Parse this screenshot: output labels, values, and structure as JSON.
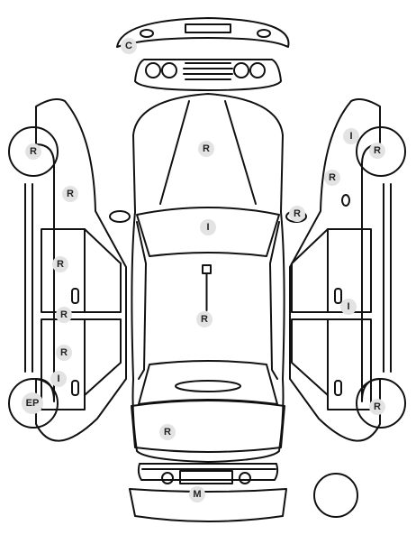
{
  "markers": [
    {
      "id": "front-bumper",
      "code": "C"
    },
    {
      "id": "hood",
      "code": "R"
    },
    {
      "id": "windshield",
      "code": "I"
    },
    {
      "id": "roof",
      "code": "R"
    },
    {
      "id": "rear-trunk",
      "code": "R"
    },
    {
      "id": "rear-bumper",
      "code": "M"
    },
    {
      "id": "left-front-wheel",
      "code": "R"
    },
    {
      "id": "left-mirror",
      "code": "R"
    },
    {
      "id": "left-front-door",
      "code": "R"
    },
    {
      "id": "left-pillar",
      "code": "R"
    },
    {
      "id": "left-rear-door",
      "code": "R"
    },
    {
      "id": "left-rear-handle",
      "code": "I"
    },
    {
      "id": "left-rear-wheel",
      "code": "EP"
    },
    {
      "id": "right-front-wheel-top",
      "code": "I"
    },
    {
      "id": "right-front-wheel",
      "code": "R"
    },
    {
      "id": "right-front-fender",
      "code": "R"
    },
    {
      "id": "right-mirror",
      "code": "R"
    },
    {
      "id": "right-rear-door",
      "code": "I"
    },
    {
      "id": "right-rear-wheel",
      "code": "R"
    }
  ]
}
